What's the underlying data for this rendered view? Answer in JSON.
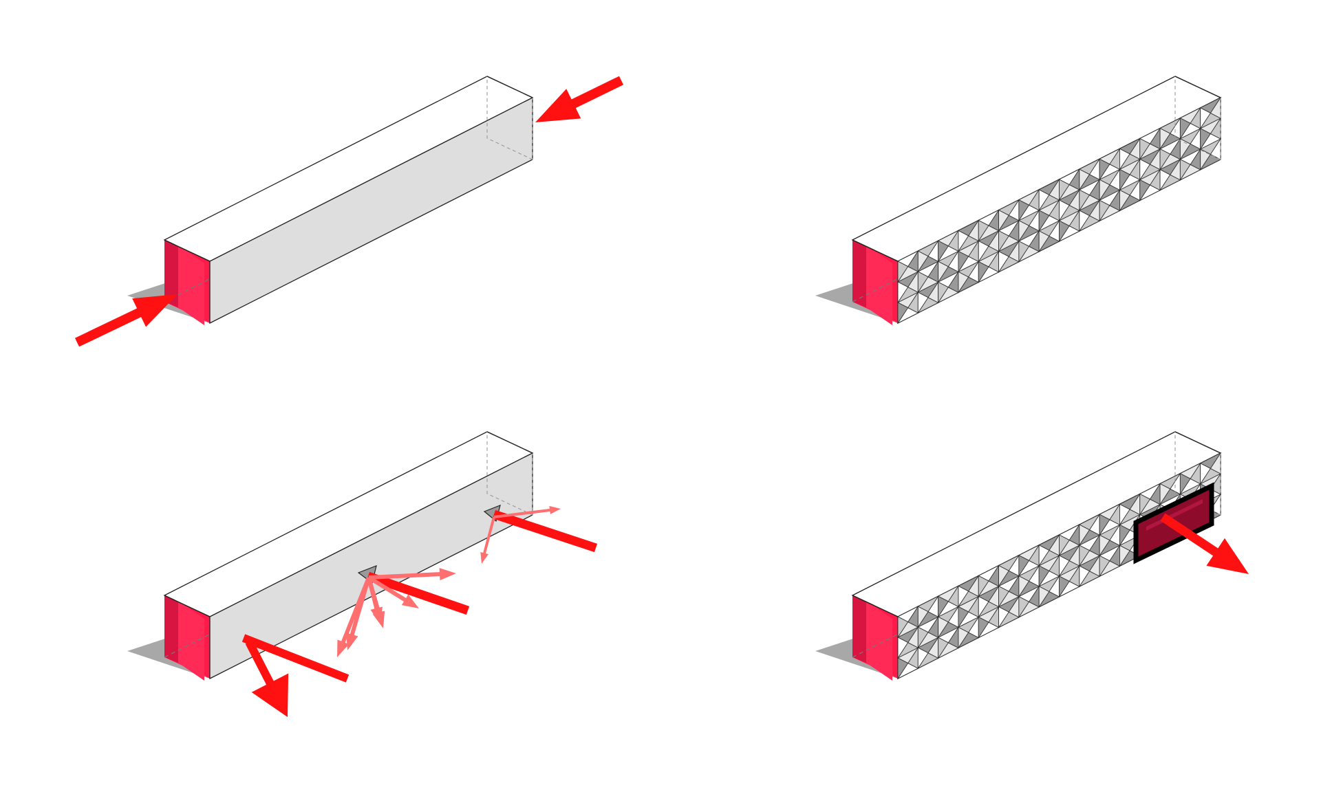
{
  "colors": {
    "accent_red": "#ff1111",
    "entrance_red": "#ff1a4a",
    "entrance_red_dark": "#d81440",
    "scatter_pink": "#ff6f6f",
    "box_side_grey": "#dedede",
    "shadow_grey": "#a8a8a8",
    "window_dark_red": "#8e0b2c",
    "outline": "#222222"
  },
  "diagrams": [
    {
      "id": "entry-flow",
      "facade": "plain",
      "arrows": "entry"
    },
    {
      "id": "patterned-facade",
      "facade": "faceted",
      "arrows": "none"
    },
    {
      "id": "light-scatter",
      "facade": "plain",
      "arrows": "scatter"
    },
    {
      "id": "framed-view",
      "facade": "faceted",
      "arrows": "window"
    }
  ],
  "icons": [
    "arrow-icon",
    "prism-icon"
  ]
}
